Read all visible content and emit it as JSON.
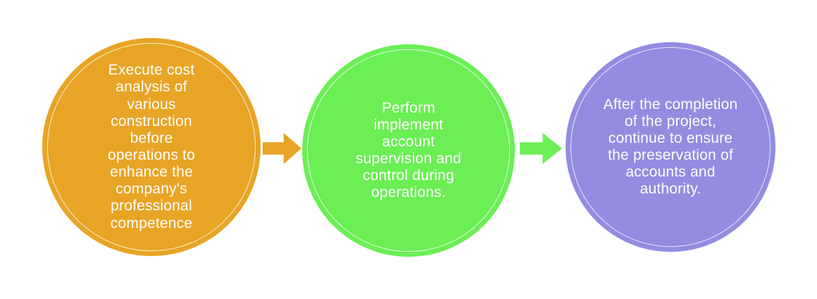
{
  "diagram": {
    "type": "process-flow",
    "colors": {
      "background": "#FFFFFF",
      "text": "#FFFFFF",
      "inner_ring": "#FFFFFF"
    },
    "steps": [
      {
        "text": "Execute cost analysis of various construction before operations to enhance the company's professional competence",
        "color": "#E8A424"
      },
      {
        "text": "Perform implement account supervision and control during operations.",
        "color": "#6BEF55"
      },
      {
        "text": "After the completion of the project, continue to ensure the preservation of accounts and authority.",
        "color": "#938CE1"
      }
    ],
    "arrows": [
      {
        "color": "#E8A424",
        "direction": "right"
      },
      {
        "color": "#6BEF55",
        "direction": "right"
      }
    ]
  }
}
